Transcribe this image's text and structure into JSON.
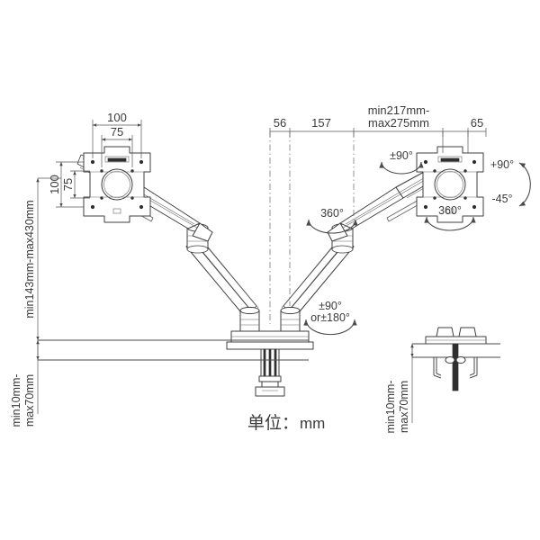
{
  "drawing": {
    "title": "Dual monitor gas-spring desk mount dimensional drawing",
    "unit_note_cn": "单位：",
    "unit_note_value": "mm",
    "line_color": "#4a4a4a",
    "background": "#ffffff"
  },
  "dimensions": {
    "vesa_outer_width": "100",
    "vesa_inner_width": "75",
    "vesa_outer_height": "100",
    "vesa_inner_height": "75",
    "height_range": "min143mm-max430mm",
    "desk_thickness_left": "min10mm-\nmax70mm",
    "desk_thickness_left_line1": "min10mm-",
    "desk_thickness_left_line2": "max70mm",
    "desk_thickness_right_line1": "min10mm-",
    "desk_thickness_right_line2": "max70mm",
    "offset_56": "56",
    "offset_157": "157",
    "reach_range_line1": "min217mm-",
    "reach_range_line2": "max275mm",
    "offset_65": "65"
  },
  "rotation_labels": {
    "left_elbow": "360°",
    "right_elbow": "360°",
    "right_head_rotation": "360°",
    "left_head_tilt": "±90°",
    "head_pivot_up": "+90°",
    "head_pivot_down": "-45°",
    "base_rotation_line1": "±90°",
    "base_rotation_line2": "or±180°"
  },
  "views": {
    "main_view": "main-assembly-view",
    "detail_view": "grommet-mount-detail-view"
  }
}
